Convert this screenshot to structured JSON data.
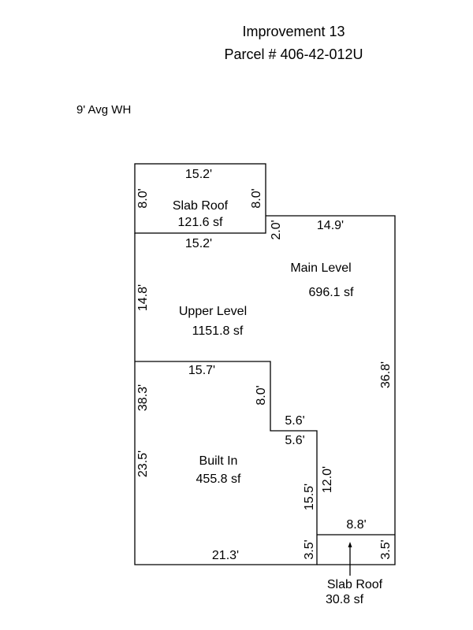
{
  "header": {
    "title": "Improvement 13",
    "parcel": "Parcel # 406-42-012U"
  },
  "note": "9' Avg WH",
  "areas": {
    "slab_roof_top": {
      "name": "Slab Roof",
      "area": "121.6 sf"
    },
    "main_level": {
      "name": "Main Level",
      "area": "696.1 sf"
    },
    "upper_level": {
      "name": "Upper Level",
      "area": "1151.8 sf"
    },
    "built_in": {
      "name": "Built In",
      "area": "455.8 sf"
    },
    "slab_roof_bottom": {
      "name": "Slab Roof",
      "area": "30.8 sf"
    }
  },
  "dimensions": {
    "slab_top": "15.2'",
    "slab_bottom": "15.2'",
    "slab_left": "8.0'",
    "slab_right": "8.0'",
    "main_top_offset": "2.0'",
    "main_top": "14.9'",
    "upper_left": "14.8'",
    "upper_mid": "15.7'",
    "left_upper_total": "38.3'",
    "step_vertical": "8.0'",
    "step_out": "5.6'",
    "step_in": "5.6'",
    "main_right": "36.8'",
    "left_lower": "23.5'",
    "inner_right": "12.0'",
    "inner_lower": "15.5'",
    "bottom_slab_top": "8.8'",
    "bottom_left_side": "3.5'",
    "bottom_right_side": "3.5'",
    "bottom_total": "21.3'"
  },
  "colors": {
    "line": "#000000",
    "background": "#ffffff"
  }
}
